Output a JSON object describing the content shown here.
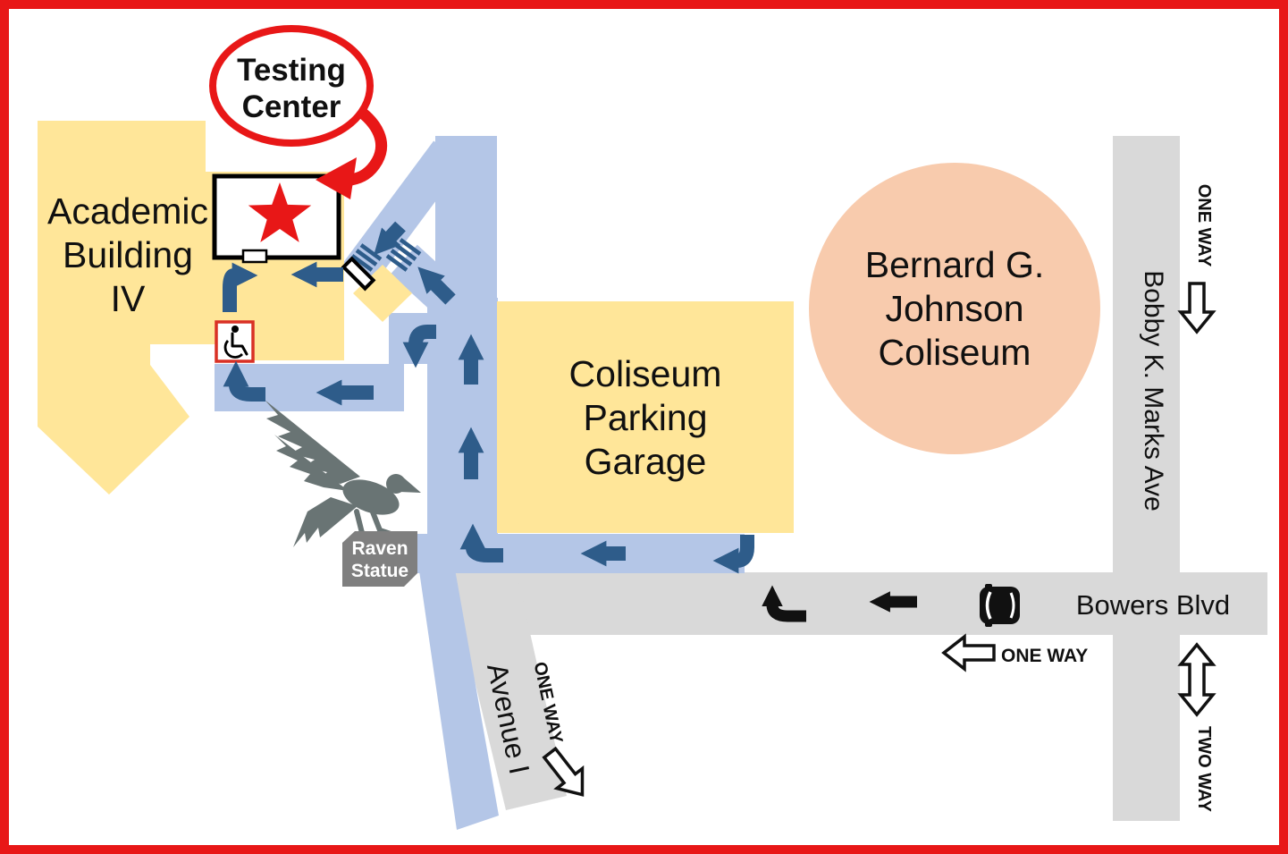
{
  "callout": {
    "line1": "Testing",
    "line2": "Center"
  },
  "buildings": {
    "academic": {
      "line1": "Academic",
      "line2": "Building",
      "line3": "IV"
    },
    "garage": {
      "line1": "Coliseum",
      "line2": "Parking",
      "line3": "Garage"
    },
    "coliseum": {
      "line1": "Bernard G.",
      "line2": "Johnson",
      "line3": "Coliseum"
    }
  },
  "streets": {
    "bowers": {
      "name": "Bowers Blvd",
      "one_way": "ONE WAY"
    },
    "bobby_marks": {
      "name": "Bobby K. Marks Ave",
      "one_way": "ONE WAY",
      "two_way": "TWO WAY"
    },
    "avenue_i": {
      "name": "Avenue I",
      "one_way": "ONE WAY"
    }
  },
  "landmarks": {
    "raven_statue": {
      "line1": "Raven",
      "line2": "Statue"
    }
  },
  "colors": {
    "border_red": "#e81717",
    "building_yellow": "#ffe699",
    "coliseum_peach": "#f8cbad",
    "road_gray": "#d9d9d9",
    "route_blue_light": "#b4c6e7",
    "route_blue_dark": "#2e5c8a",
    "raven_gray": "#697474",
    "label_gray": "#7f7f7f",
    "arrow_black": "#111111",
    "star_red": "#e81717"
  }
}
